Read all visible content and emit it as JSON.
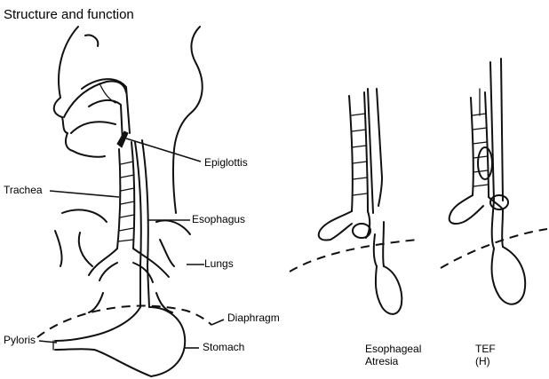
{
  "title": "Structure and function",
  "labels": {
    "epiglottis": "Epiglottis",
    "trachea": "Trachea",
    "esophagus": "Esophagus",
    "lungs": "Lungs",
    "diaphragm": "Diaphragm",
    "pyloris": "Pyloris",
    "stomach": "Stomach"
  },
  "captions": {
    "atresia_line1": "Esophageal",
    "atresia_line2": "Atresia",
    "tef_line1": "TEF",
    "tef_line2": "(H)"
  }
}
